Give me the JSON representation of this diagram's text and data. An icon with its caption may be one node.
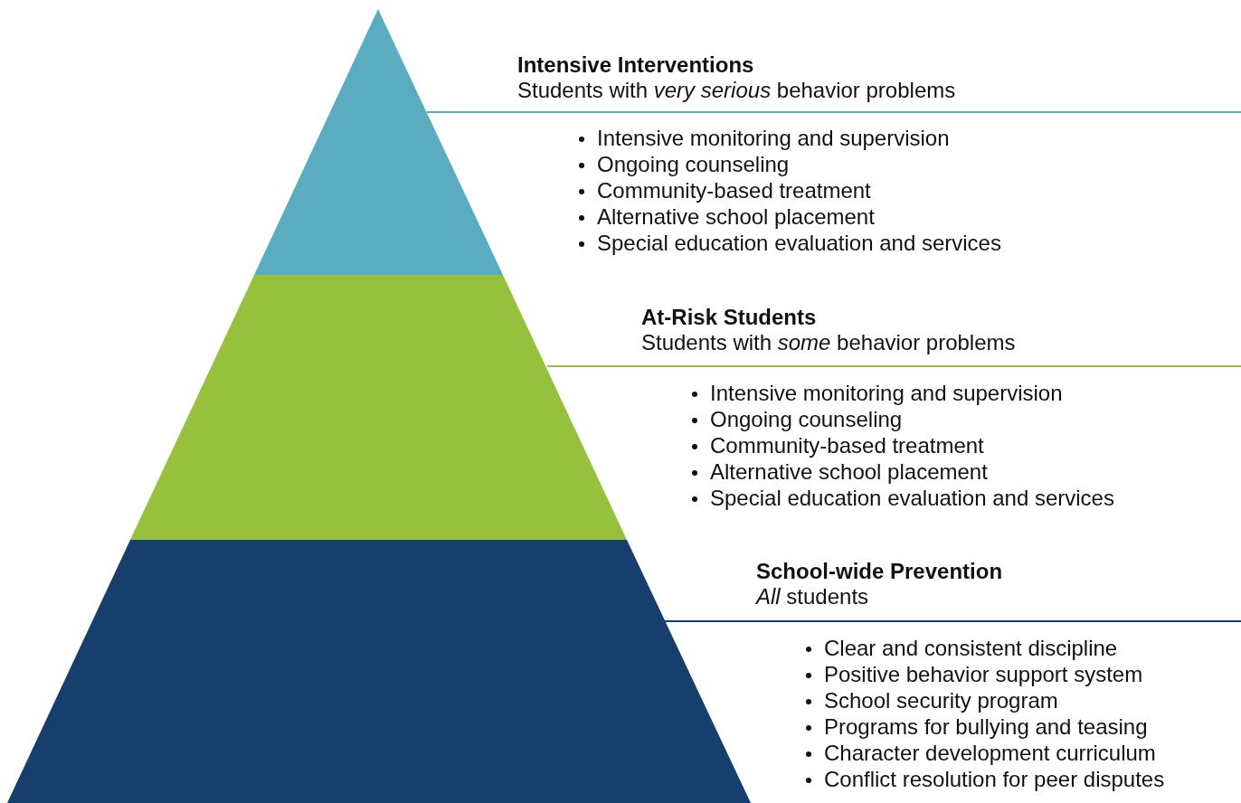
{
  "diagram": {
    "nodes": [
      {
        "text": [
          "Intensive Interventions",
          "Students with *very serious* behavior problems",
          "Intensive monitoring and supervision",
          "Ongoing counseling",
          "Community-based treatment",
          "Alternative school placement",
          "Special education evaluation and services"
        ]
      },
      {
        "text": [
          "At-Risk Students",
          "Students with *some* behavior problems",
          "Intensive monitoring and supervision",
          "Ongoing counseling",
          "Community-based treatment",
          "Alternative school placement",
          "Special education evaluation and services"
        ]
      },
      {
        "text": [
          "School-wide Prevention",
          "*All* students",
          "Clear and consistent discipline",
          "Positive behavior support system",
          "School security program",
          "Programs for bullying and teasing",
          "Character development curriculum",
          "Conflict resolution for peer disputes"
        ]
      }
    ],
    "edges": []
  }
}
